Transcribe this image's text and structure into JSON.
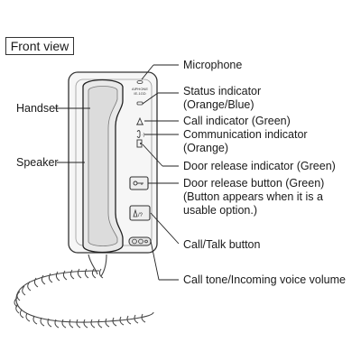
{
  "title": "Front view",
  "device": {
    "brand_text": "AIPHONE",
    "model_text": "IE-1GD"
  },
  "labels": {
    "handset": "Handset",
    "speaker": "Speaker",
    "microphone": "Microphone",
    "status_indicator": "Status indicator",
    "status_indicator_colors": "(Orange/Blue)",
    "call_indicator": "Call indicator (Green)",
    "communication_indicator": "Communication indicator",
    "communication_indicator_color": "(Orange)",
    "door_release_indicator": "Door release indicator (Green)",
    "door_release_button": "Door release button (Green)",
    "door_release_note_1": "(Button appears when it is a",
    "door_release_note_2": "usable option.)",
    "call_talk_button": "Call/Talk button",
    "call_tone_volume": "Call tone/Incoming voice volume"
  },
  "icons": [
    "microphone-icon",
    "bell-icon",
    "handset-talk-icon",
    "door-icon",
    "key-icon",
    "call-talk-icon",
    "volume-icon"
  ]
}
